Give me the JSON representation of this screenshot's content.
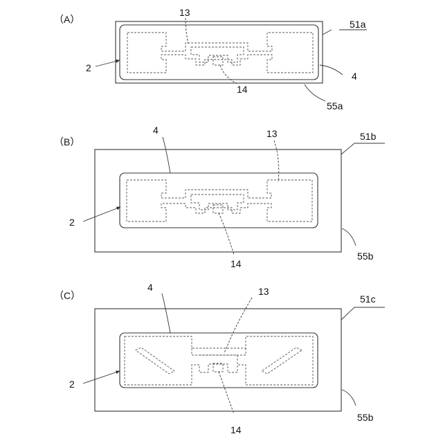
{
  "panels": [
    {
      "id": "A",
      "panel_label": "（A）",
      "labels": {
        "sheet": "51a",
        "sheet_edge": "55a",
        "inlay_outline": "4",
        "antenna": "2",
        "conductor": "13",
        "chip": "14"
      }
    },
    {
      "id": "B",
      "panel_label": "（B）",
      "labels": {
        "sheet": "51b",
        "sheet_edge": "55b",
        "inlay_outline": "4",
        "antenna": "2",
        "conductor": "13",
        "chip": "14"
      }
    },
    {
      "id": "C",
      "panel_label": "（C）",
      "labels": {
        "sheet": "51c",
        "sheet_edge": "55b",
        "inlay_outline": "4",
        "antenna": "2",
        "conductor": "13",
        "chip": "14"
      }
    }
  ]
}
